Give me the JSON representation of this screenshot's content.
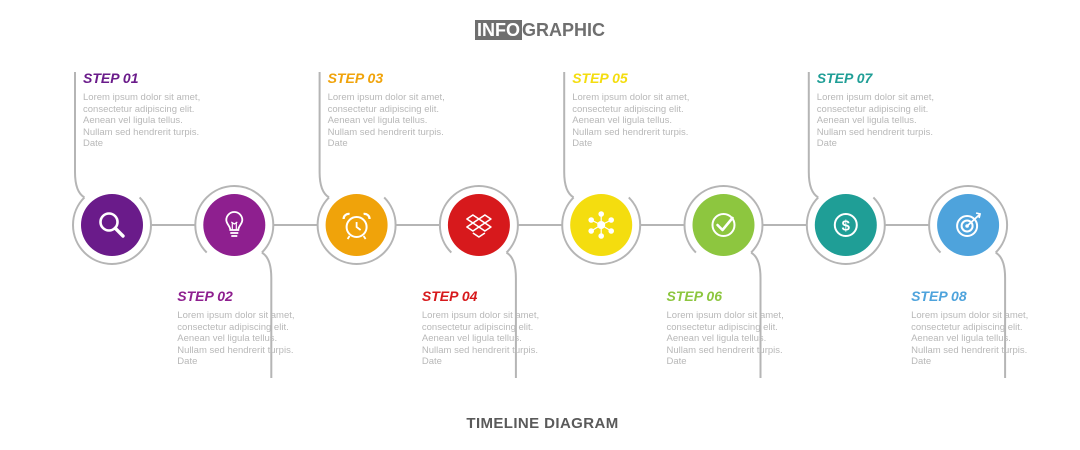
{
  "header": {
    "highlight": "INFO",
    "rest": "GRAPHIC"
  },
  "footer": {
    "title": "TIMELINE  DIAGRAM"
  },
  "colors": {
    "line": "#b5b5b5",
    "text_muted": "#b8b8b8"
  },
  "steps": [
    {
      "label": "STEP 01",
      "color": "#6a1b8a",
      "icon": "search-icon",
      "text": "Lorem ipsum dolor sit amet, consectetur adipiscing elit. Aenean vel ligula tellus. Nullam sed hendrerit turpis.",
      "date": "Date"
    },
    {
      "label": "STEP 02",
      "color": "#8e1f8f",
      "icon": "lightbulb-icon",
      "text": "Lorem ipsum dolor sit amet, consectetur adipiscing elit. Aenean vel ligula tellus. Nullam sed hendrerit turpis.",
      "date": "Date"
    },
    {
      "label": "STEP 03",
      "color": "#f0a30a",
      "icon": "alarm-clock-icon",
      "text": "Lorem ipsum dolor sit amet, consectetur adipiscing elit. Aenean vel ligula tellus. Nullam sed hendrerit turpis.",
      "date": "Date"
    },
    {
      "label": "STEP 04",
      "color": "#d7191c",
      "icon": "dropbox-icon",
      "text": "Lorem ipsum dolor sit amet, consectetur adipiscing elit. Aenean vel ligula tellus. Nullam sed hendrerit turpis.",
      "date": "Date"
    },
    {
      "label": "STEP 05",
      "color": "#f4dd0f",
      "icon": "network-icon",
      "text": "Lorem ipsum dolor sit amet, consectetur adipiscing elit. Aenean vel ligula tellus. Nullam sed hendrerit turpis.",
      "date": "Date"
    },
    {
      "label": "STEP 06",
      "color": "#8dc63f",
      "icon": "checkmark-icon",
      "text": "Lorem ipsum dolor sit amet, consectetur adipiscing elit. Aenean vel ligula tellus. Nullam sed hendrerit turpis.",
      "date": "Date"
    },
    {
      "label": "STEP 07",
      "color": "#1f9e96",
      "icon": "dollar-icon",
      "text": "Lorem ipsum dolor sit amet, consectetur adipiscing elit. Aenean vel ligula tellus. Nullam sed hendrerit turpis.",
      "date": "Date"
    },
    {
      "label": "STEP 08",
      "color": "#4ea3dc",
      "icon": "target-icon",
      "text": "Lorem ipsum dolor sit amet, consectetur adipiscing elit. Aenean vel ligula tellus. Nullam sed hendrerit turpis.",
      "date": "Date"
    }
  ]
}
